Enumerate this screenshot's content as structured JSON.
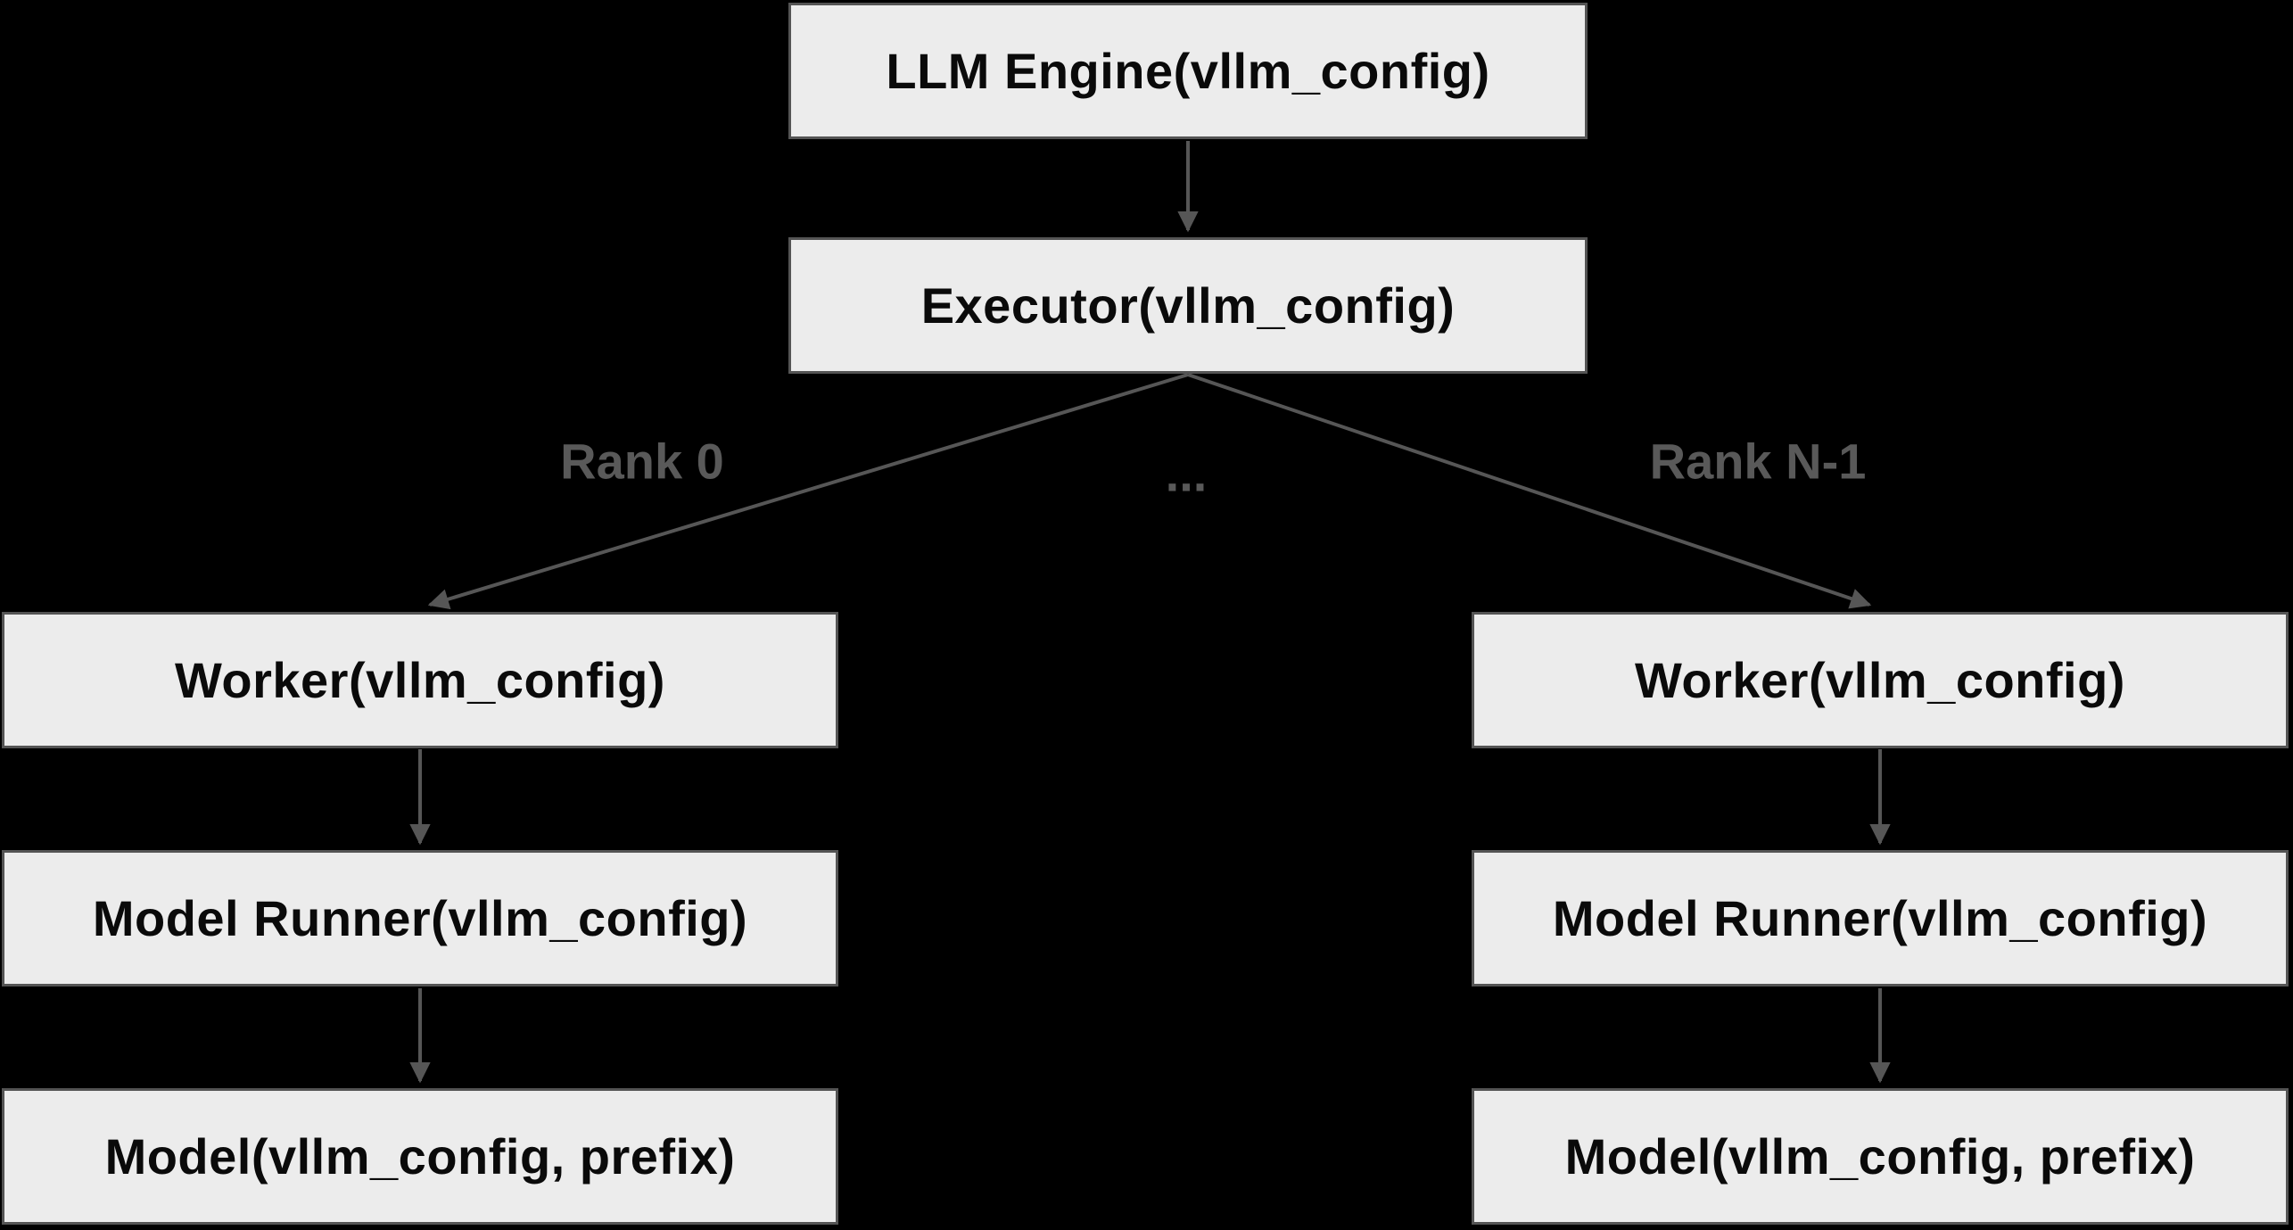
{
  "diagram": {
    "colors": {
      "background": "#000000",
      "node_fill": "#ececec",
      "node_border": "#545454",
      "edge": "#565656",
      "edge_label": "#595959",
      "node_text": "#0a0a0a"
    },
    "nodes": {
      "llm_engine": {
        "label": "LLM Engine(vllm_config)"
      },
      "executor": {
        "label": "Executor(vllm_config)"
      },
      "worker_left": {
        "label": "Worker(vllm_config)"
      },
      "worker_right": {
        "label": "Worker(vllm_config)"
      },
      "model_runner_left": {
        "label": "Model Runner(vllm_config)"
      },
      "model_runner_right": {
        "label": "Model Runner(vllm_config)"
      },
      "model_left": {
        "label": "Model(vllm_config, prefix)"
      },
      "model_right": {
        "label": "Model(vllm_config, prefix)"
      }
    },
    "edges": [
      {
        "from": "llm_engine",
        "to": "executor",
        "label": ""
      },
      {
        "from": "executor",
        "to": "worker_left",
        "label": "Rank 0"
      },
      {
        "from": "executor",
        "to": "worker_right",
        "label": "Rank N-1"
      },
      {
        "from": "worker_left",
        "to": "model_runner_left",
        "label": ""
      },
      {
        "from": "model_runner_left",
        "to": "model_left",
        "label": ""
      },
      {
        "from": "worker_right",
        "to": "model_runner_right",
        "label": ""
      },
      {
        "from": "model_runner_right",
        "to": "model_right",
        "label": ""
      }
    ],
    "ellipsis_label": "..."
  }
}
